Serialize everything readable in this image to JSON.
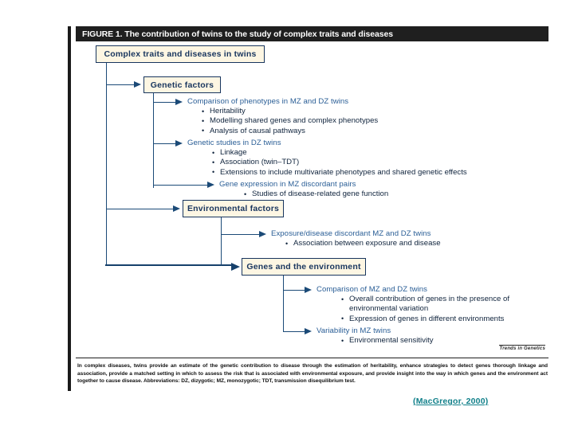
{
  "figure": {
    "title": "FIGURE 1. The contribution of twins to the study of complex traits and diseases",
    "watermark": "Trends in Genetics",
    "caption": "In complex diseases, twins provide an estimate of the genetic contribution to disease through the estimation of heritability, enhance strategies to detect genes thorough linkage and association, provide a matched setting in which to assess the risk that is associated with environmental exposure, and provide insight into the way in which genes and the environment act together to cause disease. Abbreviations: DZ, dizygotic; MZ, monozygotic; TDT, transmission disequilibrium test.",
    "citation": "(MacGregor, 2000)"
  },
  "nodes": {
    "root": "Complex traits and diseases in twins",
    "genetic": "Genetic factors",
    "environmental": "Environmental factors",
    "genes_env": "Genes and the environment"
  },
  "branches": [
    {
      "id": "comparison-phenotypes",
      "heading": "Comparison of phenotypes in MZ and DZ twins",
      "bullets": [
        "Heritability",
        "Modelling shared genes and complex phenotypes",
        "Analysis of causal pathways"
      ]
    },
    {
      "id": "genetic-studies-dz",
      "heading": "Genetic studies in DZ twins",
      "bullets": [
        "Linkage",
        "Association (twin–TDT)",
        "Extensions to include multivariate phenotypes and shared genetic effects"
      ]
    },
    {
      "id": "gene-expression-mz",
      "heading": "Gene expression in MZ discordant pairs",
      "bullets": [
        "Studies of disease-related gene function"
      ]
    },
    {
      "id": "exposure-discordant",
      "heading": "Exposure/disease discordant MZ and DZ twins",
      "bullets": [
        "Association between exposure and disease"
      ]
    },
    {
      "id": "comparison-mz-dz",
      "heading": "Comparison of MZ and DZ twins",
      "bullets": [
        "Overall contribution of genes in the presence of environmental variation",
        "Expression of genes in different environments"
      ]
    },
    {
      "id": "variability-mz",
      "heading": "Variability in MZ twins",
      "bullets": [
        "Environmental sensitivity"
      ]
    }
  ],
  "colors": {
    "box_fill": "#fdf6e3",
    "box_border": "#18355e",
    "heading_blue": "#2a5e96",
    "connector": "#1b4a77",
    "title_bar": "#1f1f1f",
    "citation_teal": "#11808a"
  }
}
